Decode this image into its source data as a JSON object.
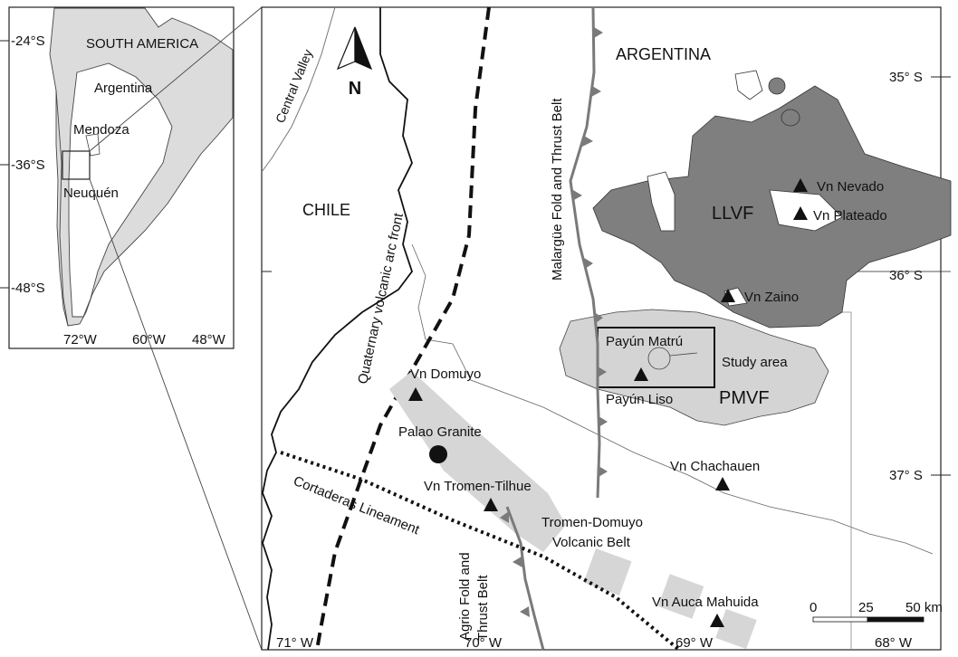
{
  "inset": {
    "labels": {
      "continent": "SOUTH AMERICA",
      "country": "Argentina",
      "province1": "Mendoza",
      "province2": "Neuquén"
    },
    "lat_ticks": [
      "-24°S",
      "-36°S",
      "-48°S"
    ],
    "lon_ticks": [
      "72°W",
      "60°W",
      "48°W"
    ]
  },
  "main": {
    "north_label": "N",
    "regions": {
      "argentina": "ARGENTINA",
      "chile": "CHILE",
      "central_valley": "Central Valley",
      "arc_front": "Quaternary volcanic arc front",
      "malargue": "Malargüe Fold and Thrust Belt",
      "agrio_line1": "Agrio Fold and",
      "agrio_line2": "Thrust Belt",
      "cortaderas": "Cortaderas Lineament",
      "tromen_line1": "Tromen-Domuyo",
      "tromen_line2": "Volcanic Belt",
      "study_area": "Study area",
      "llvf": "LLVF",
      "pmvf": "PMVF"
    },
    "volcanoes": {
      "nevado": "Vn Nevado",
      "plateado": "Vn Plateado",
      "zaino": "Vn Zaino",
      "payun_matru": "Payún Matrú",
      "payun_liso": "Payún Liso",
      "domuyo": "Vn Domuyo",
      "palao": "Palao Granite",
      "tromen": "Vn Tromen-Tilhue",
      "chachauen": "Vn Chachauen",
      "auca": "Vn Auca Mahuida"
    },
    "lat_ticks": [
      "35° S",
      "36° S",
      "37° S"
    ],
    "lon_ticks": [
      "71° W",
      "70° W",
      "69° W",
      "68° W"
    ],
    "scale": {
      "zero": "0",
      "mid": "25",
      "end": "50 km"
    }
  },
  "colors": {
    "llvf_fill": "#7f7f7f",
    "pmvf_fill": "#d4d4d4",
    "belt_fill": "#d6d6d6",
    "thrust_line": "#7a7a7a",
    "land_fill": "#dcdcdc"
  }
}
